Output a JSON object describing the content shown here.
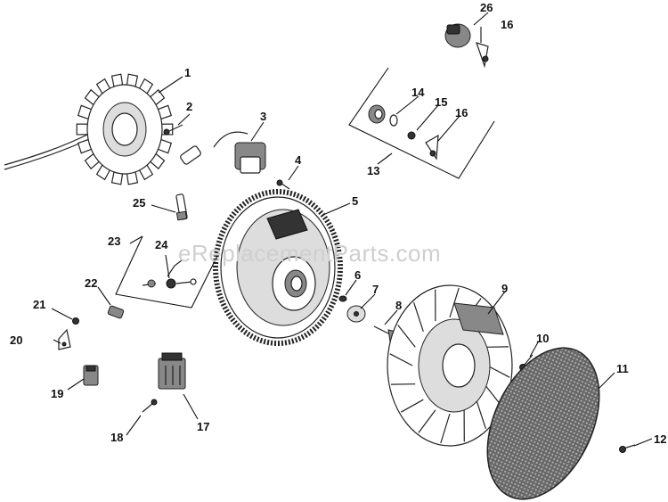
{
  "watermark": "eReplacementParts.com",
  "callouts": [
    "1",
    "2",
    "3",
    "4",
    "5",
    "6",
    "7",
    "8",
    "9",
    "10",
    "11",
    "12",
    "13",
    "14",
    "15",
    "16",
    "16",
    "17",
    "18",
    "19",
    "20",
    "21",
    "22",
    "23",
    "24",
    "25",
    "26"
  ]
}
